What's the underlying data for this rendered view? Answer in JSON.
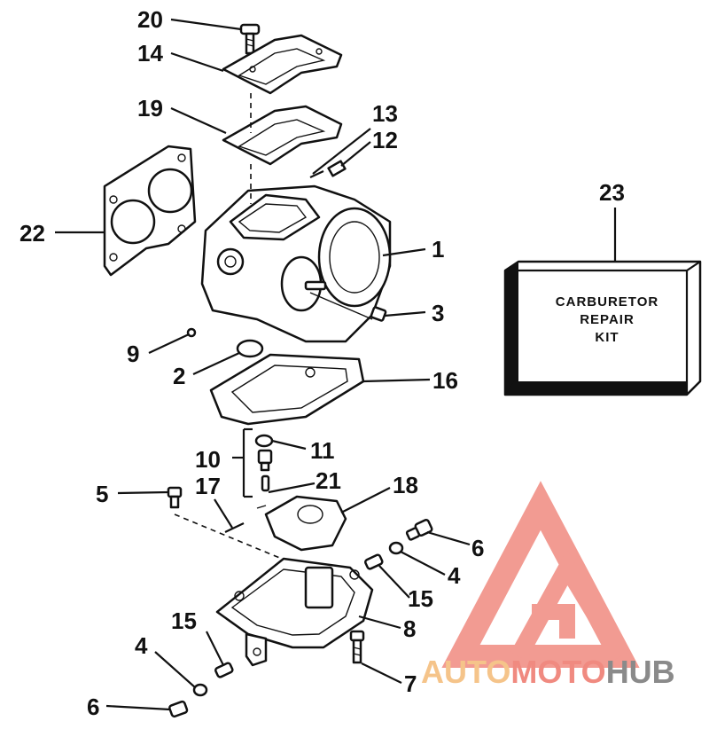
{
  "diagram": {
    "labels": {
      "p1": "1",
      "p2": "2",
      "p3": "3",
      "p4a": "4",
      "p4b": "4",
      "p5": "5",
      "p6a": "6",
      "p6b": "6",
      "p7": "7",
      "p8": "8",
      "p9": "9",
      "p10": "10",
      "p11": "11",
      "p12": "12",
      "p13": "13",
      "p14": "14",
      "p15a": "15",
      "p15b": "15",
      "p16": "16",
      "p17": "17",
      "p18": "18",
      "p19": "19",
      "p20": "20",
      "p21": "21",
      "p22": "22",
      "p23": "23"
    },
    "kit_box": {
      "line1": "CARBURETOR",
      "line2": "REPAIR",
      "line3": "KIT"
    }
  },
  "watermark": {
    "part1": "AUTO",
    "part2": "MOTO",
    "part3": "HUB",
    "color_primary": "#f08a80",
    "color_secondary": "#f5c48a",
    "color_dark": "#8a8a8a"
  }
}
